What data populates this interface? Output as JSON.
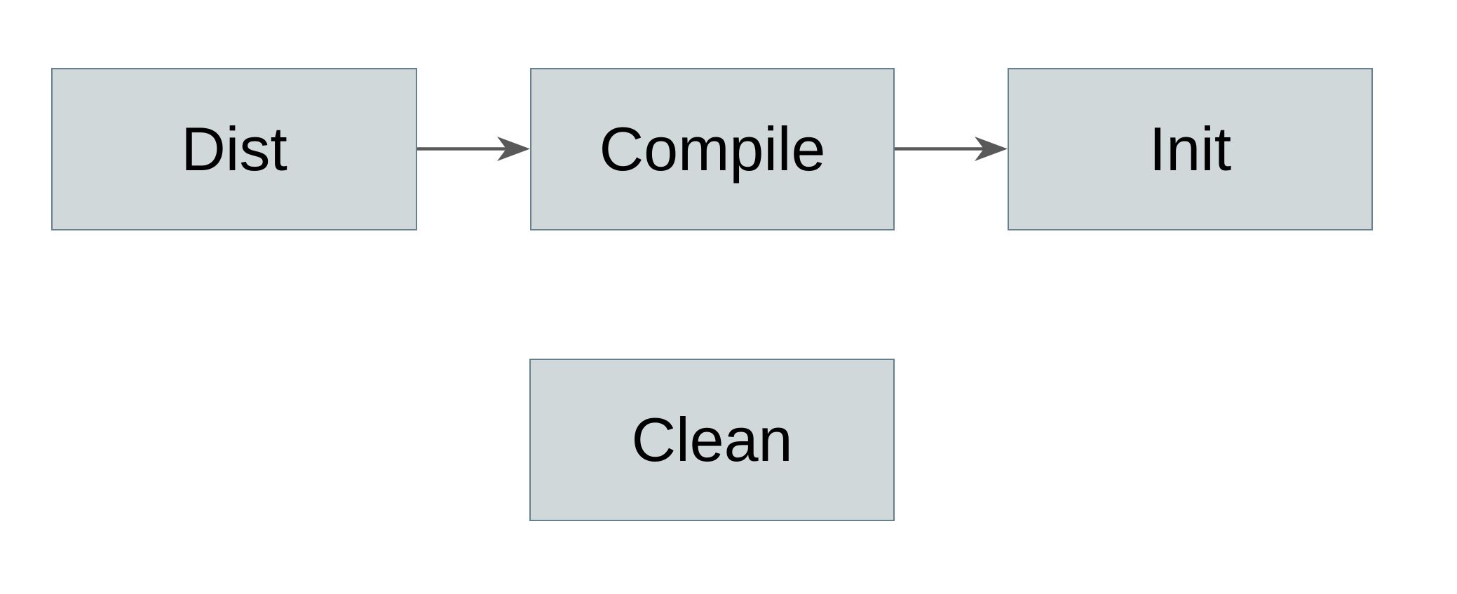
{
  "diagram": {
    "type": "flowchart",
    "nodes": [
      {
        "id": "dist",
        "label": "Dist"
      },
      {
        "id": "compile",
        "label": "Compile"
      },
      {
        "id": "init",
        "label": "Init"
      },
      {
        "id": "clean",
        "label": "Clean"
      }
    ],
    "edges": [
      {
        "from": "Dist",
        "to": "Compile",
        "direction": "right"
      },
      {
        "from": "Compile",
        "to": "Init",
        "direction": "right"
      }
    ],
    "colors": {
      "background": "#ffffff",
      "node_fill": "#d0d8da",
      "node_border": "#66808f",
      "arrow": "#595959",
      "text": "#000000"
    }
  }
}
